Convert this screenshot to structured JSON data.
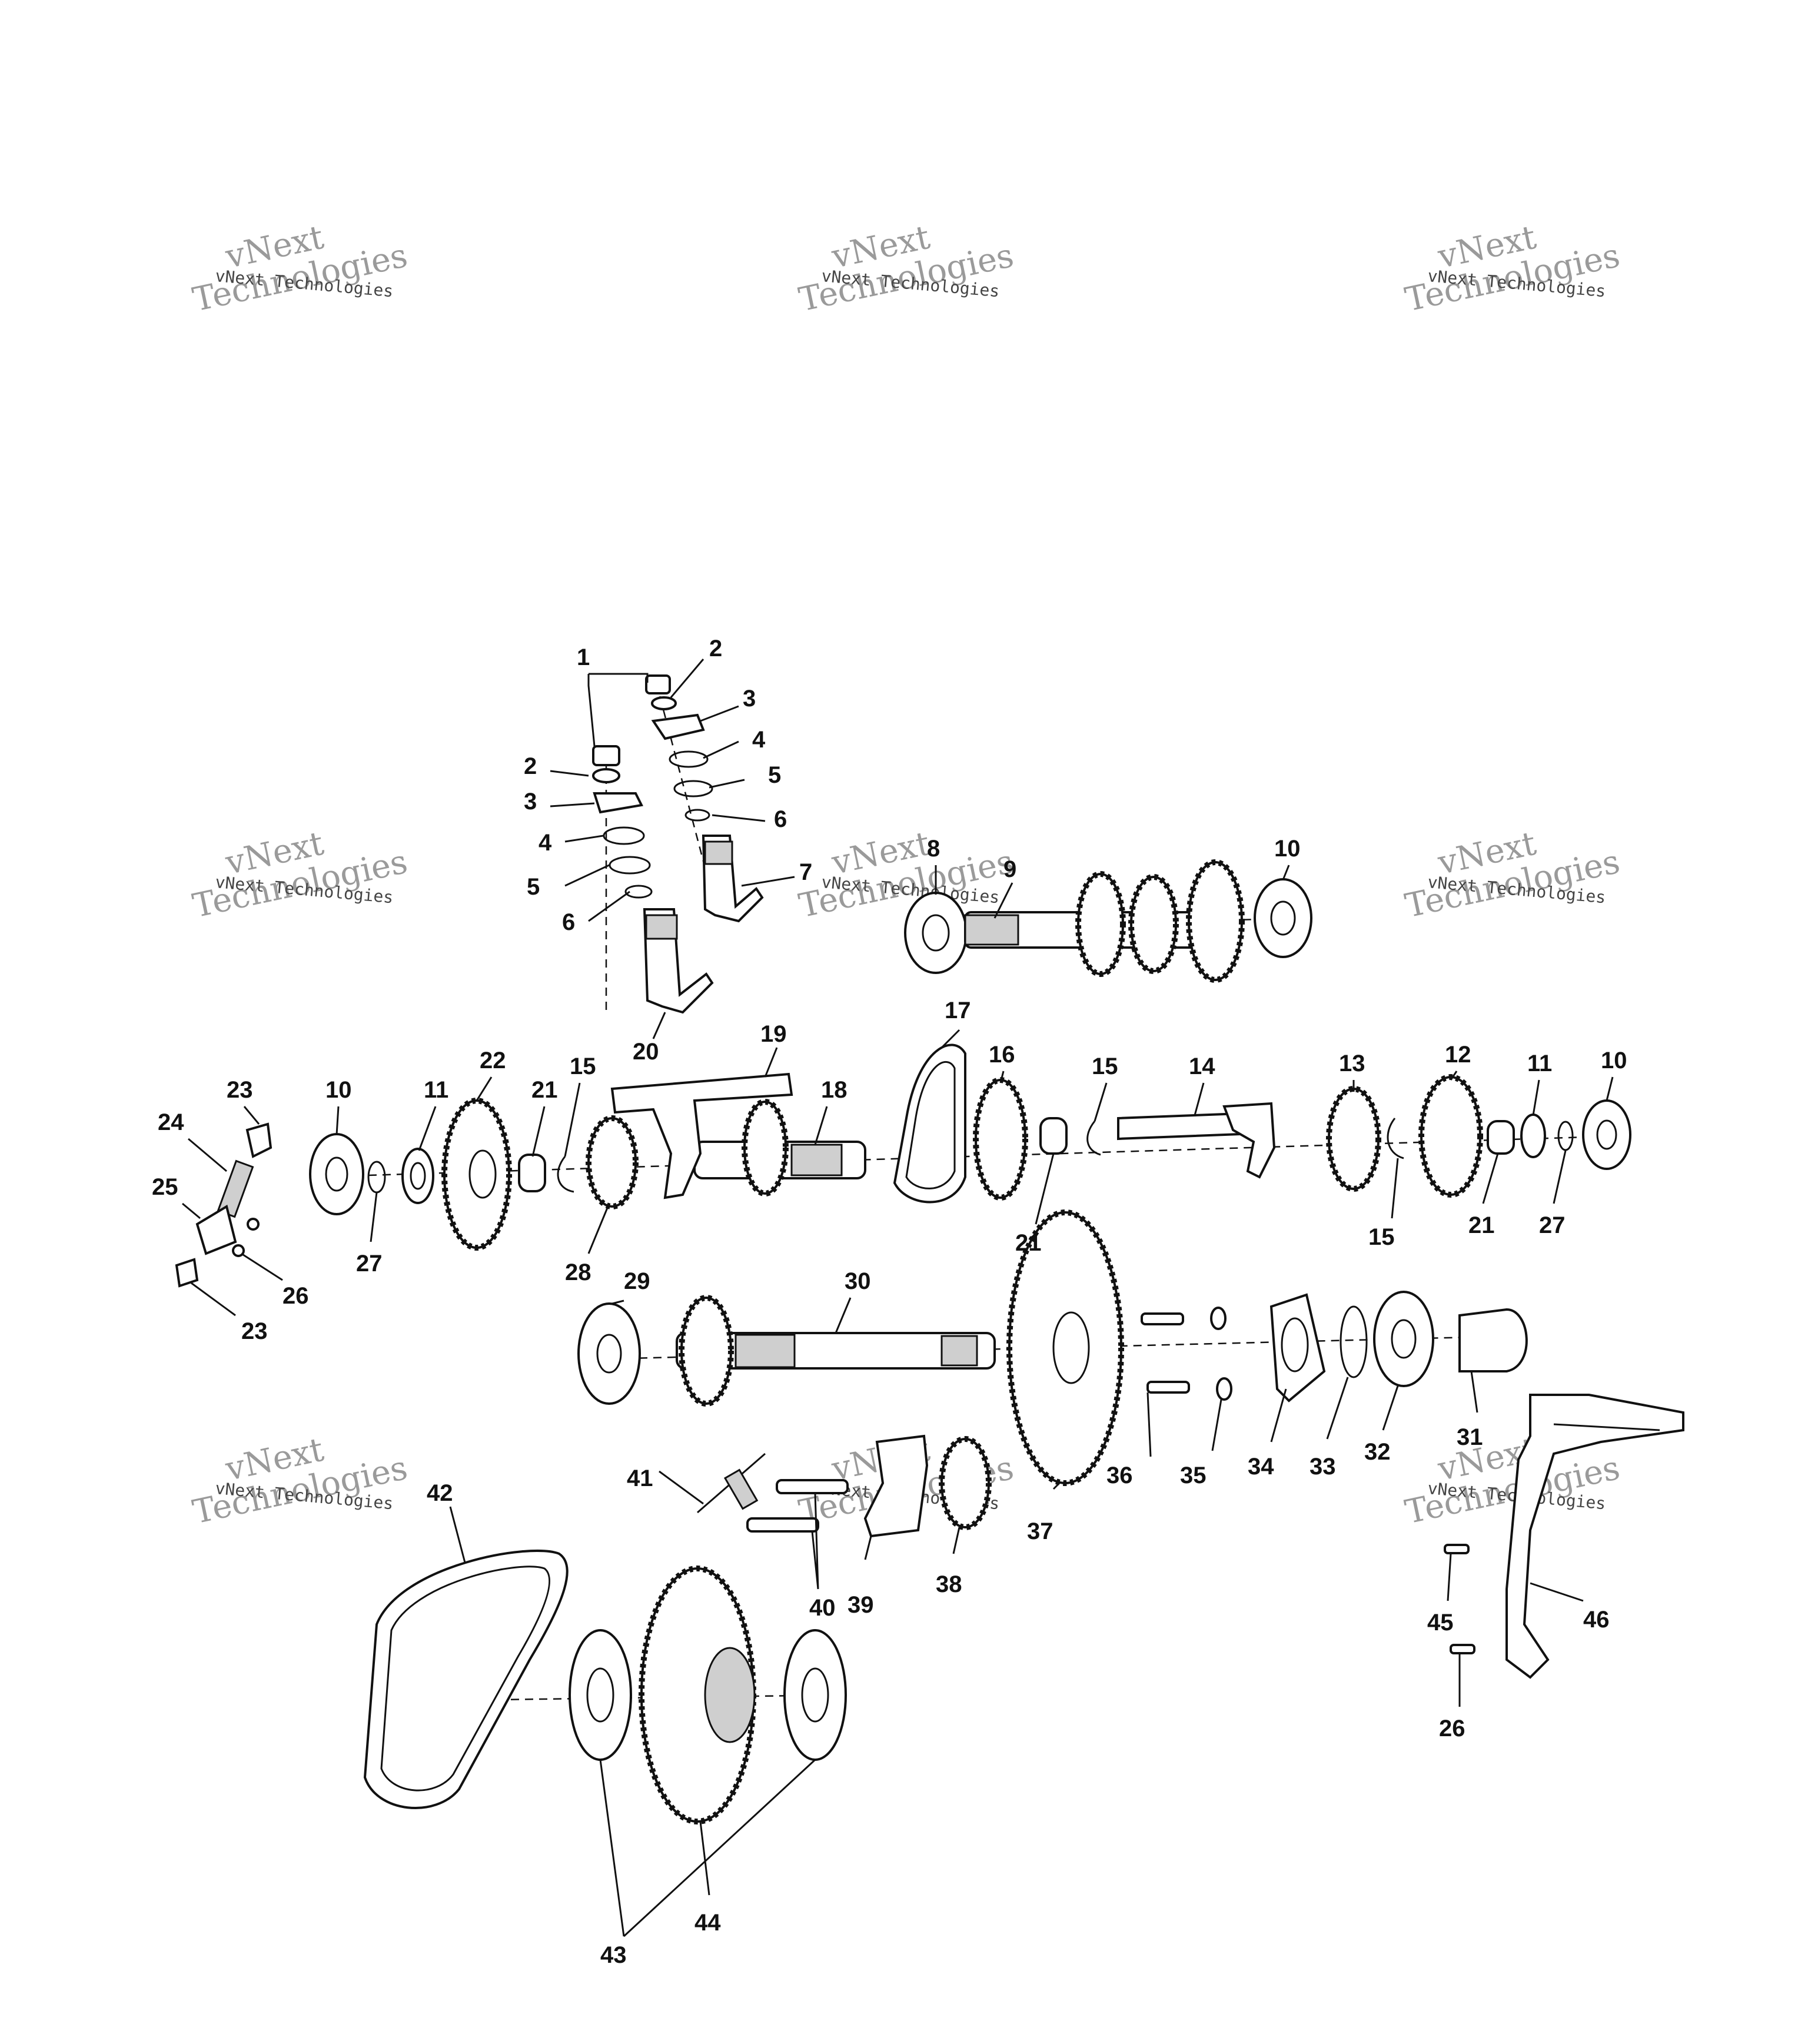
{
  "watermark": {
    "line1": "vNext",
    "line2": "Technologies",
    "small": "vNext Technologies"
  },
  "labels": {
    "p1": "1",
    "p2a": "2",
    "p2b": "2",
    "p3a": "3",
    "p3b": "3",
    "p4a": "4",
    "p4b": "4",
    "p5a": "5",
    "p5b": "5",
    "p6a": "6",
    "p6b": "6",
    "p7": "7",
    "p8": "8",
    "p9": "9",
    "p10a": "10",
    "p10b": "10",
    "p10c": "10",
    "p11a": "11",
    "p11b": "11",
    "p12": "12",
    "p13": "13",
    "p14": "14",
    "p15a": "15",
    "p15b": "15",
    "p15c": "15",
    "p16": "16",
    "p17": "17",
    "p18": "18",
    "p19": "19",
    "p20": "20",
    "p21a": "21",
    "p21b": "21",
    "p21c": "21",
    "p22": "22",
    "p23a": "23",
    "p23b": "23",
    "p24": "24",
    "p25": "25",
    "p26a": "26",
    "p26b": "26",
    "p27a": "27",
    "p27b": "27",
    "p28": "28",
    "p29": "29",
    "p30": "30",
    "p31": "31",
    "p32": "32",
    "p33": "33",
    "p34": "34",
    "p35": "35",
    "p36": "36",
    "p37": "37",
    "p38": "38",
    "p39": "39",
    "p40": "40",
    "p41": "41",
    "p42": "42",
    "p43": "43",
    "p44": "44",
    "p45": "45",
    "p46": "46"
  }
}
